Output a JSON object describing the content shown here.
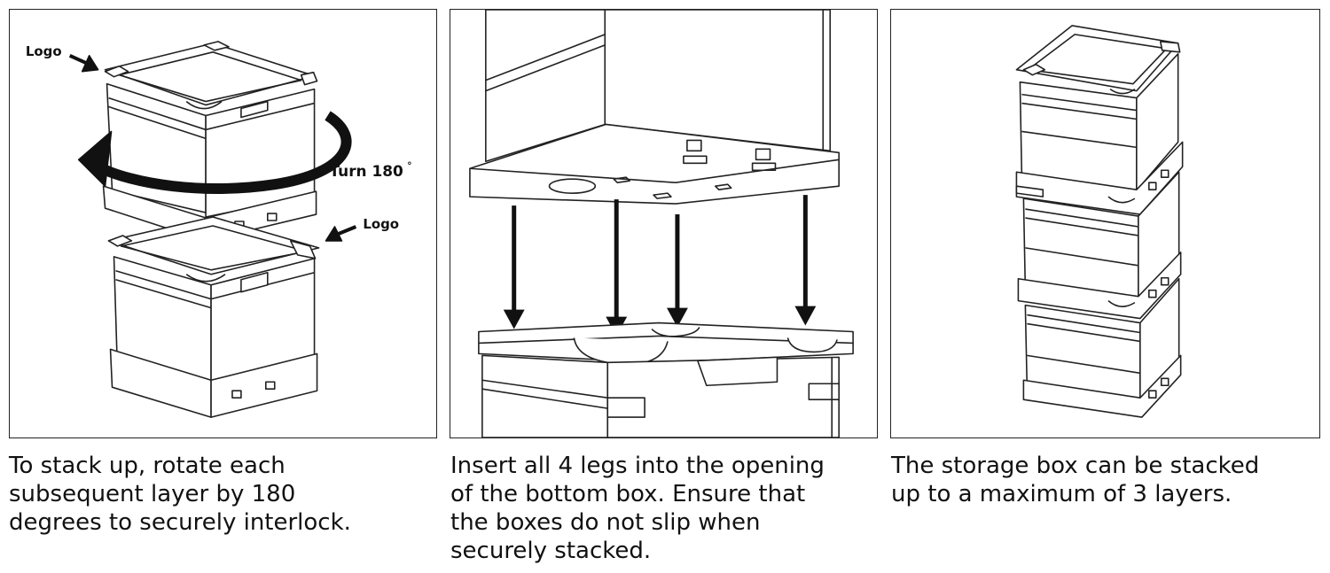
{
  "panels": [
    {
      "labels": {
        "logo_top": "Logo",
        "turn": "Turn 180",
        "degree": "°",
        "logo_bottom": "Logo"
      },
      "caption": "To stack up, rotate each\nsubsequent layer by 180\ndegrees to securely interlock."
    },
    {
      "caption": "Insert all 4 legs into the opening\nof the bottom box. Ensure that\nthe boxes do not slip when\nsecurely stacked."
    },
    {
      "caption": "The storage box can be stacked\nup to a maximum of 3 layers."
    }
  ]
}
